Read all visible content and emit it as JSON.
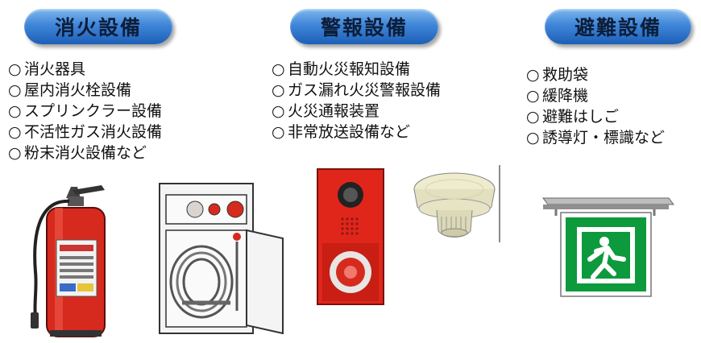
{
  "categories": [
    {
      "title": "消火設備",
      "items": [
        "消火器具",
        "屋内消火栓設備",
        "スプリンクラー設備",
        "不活性ガス消火設備",
        "粉末消火設備など"
      ]
    },
    {
      "title": "警報設備",
      "items": [
        "自動火災報知設備",
        "ガス漏れ火災警報設備",
        "火災通報装置",
        "非常放送設備など"
      ]
    },
    {
      "title": "避難設備",
      "items": [
        "救助袋",
        "緩降機",
        "避難はしご",
        "誘導灯・標識など"
      ]
    }
  ],
  "bullet": "○",
  "colors": {
    "pill_blue": "#2f78d0",
    "extinguisher_red": "#d62a1e",
    "alarm_red": "#e0261b",
    "exit_green": "#0d9a3c"
  }
}
